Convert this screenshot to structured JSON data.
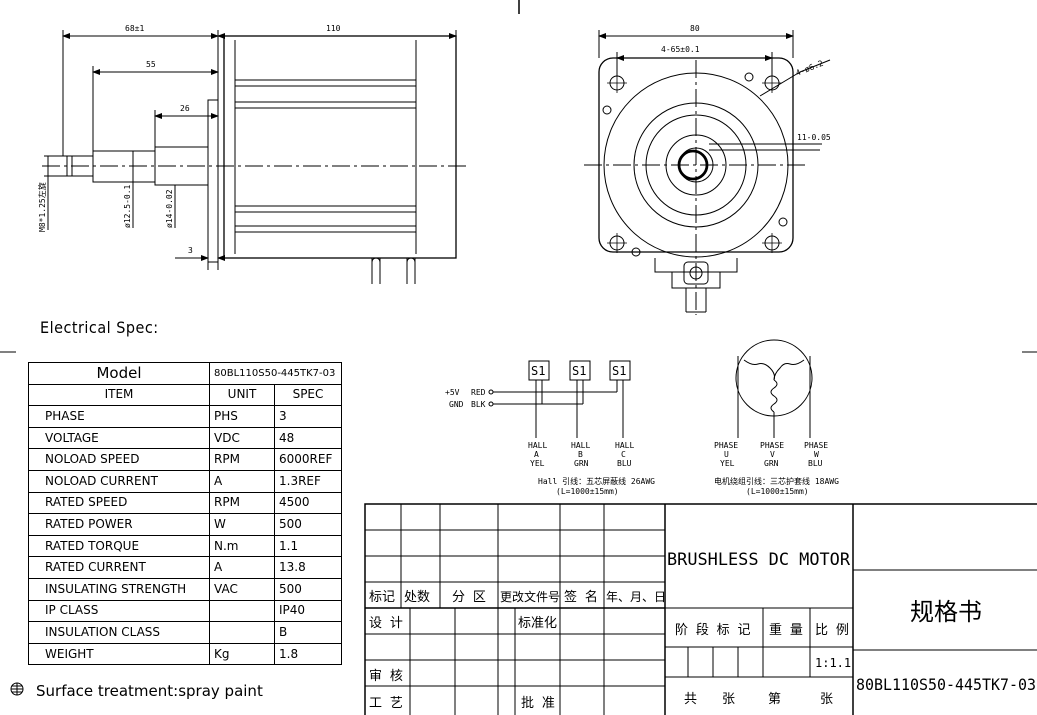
{
  "drawing": {
    "dims": {
      "overall_shaft": "68±1",
      "body_length": "110",
      "shaft_55": "55",
      "shaft_26": "26",
      "flange_3": "3",
      "thread": "M8*1.25左旋",
      "dia_12": "ø12.5-0.1",
      "dia_14": "ø14-0.02",
      "flange_width": "80",
      "hole_spacing": "4-65±0.1",
      "hole_dia": "4-ø6.2",
      "keyway": "11-0.05"
    }
  },
  "electrical_title": "Electrical Spec:",
  "spec_table": {
    "model_label": "Model",
    "model_value": "80BL110S50-445TK7-03",
    "headers": [
      "ITEM",
      "UNIT",
      "SPEC"
    ],
    "rows": [
      [
        "PHASE",
        "PHS",
        "3"
      ],
      [
        "VOLTAGE",
        "VDC",
        "48"
      ],
      [
        "NOLOAD SPEED",
        "RPM",
        "6000REF"
      ],
      [
        "NOLOAD CURRENT",
        "A",
        "1.3REF"
      ],
      [
        "RATED SPEED",
        "RPM",
        "4500"
      ],
      [
        "RATED POWER",
        "W",
        "500"
      ],
      [
        "RATED TORQUE",
        "N.m",
        "1.1"
      ],
      [
        "RATED CURRENT",
        "A",
        "13.8"
      ],
      [
        "INSULATING STRENGTH",
        "VAC",
        "500"
      ],
      [
        "IP CLASS",
        "",
        "IP40"
      ],
      [
        "INSULATION CLASS",
        "",
        "B"
      ],
      [
        "WEIGHT",
        "Kg",
        "1.8"
      ]
    ]
  },
  "surface_treatment": "Surface treatment:spray paint",
  "hall_wiring": {
    "sensors": [
      "S1",
      "S1",
      "S1"
    ],
    "power": [
      {
        "label": "+5V",
        "color": "RED"
      },
      {
        "label": "GND",
        "color": "BLK"
      }
    ],
    "halls": [
      {
        "name": "HALL",
        "phase": "A",
        "color": "YEL"
      },
      {
        "name": "HALL",
        "phase": "B",
        "color": "GRN"
      },
      {
        "name": "HALL",
        "phase": "C",
        "color": "BLU"
      }
    ],
    "note1": "Hall 引线：五芯屏蔽线 26AWG",
    "note2": "(L=1000±15mm)"
  },
  "phase_wiring": {
    "phases": [
      {
        "name": "PHASE",
        "phase": "U",
        "color": "YEL"
      },
      {
        "name": "PHASE",
        "phase": "V",
        "color": "GRN"
      },
      {
        "name": "PHASE",
        "phase": "W",
        "color": "BLU"
      }
    ],
    "note1": "电机绕组引线：三芯护套线 18AWG",
    "note2": "(L=1000±15mm)"
  },
  "title_block": {
    "headers": [
      "标记",
      "处数",
      "分 区",
      "更改文件号",
      "签 名",
      "年、月、日"
    ],
    "design": "设 计",
    "standard": "标准化",
    "review": "审 核",
    "process": "工 艺",
    "approve": "批 准",
    "stage": "阶 段 标 记",
    "weight": "重 量",
    "scale_label": "比 例",
    "scale": "1:1.1",
    "total": "共",
    "sheet1": "张",
    "sheet_no": "第",
    "sheet2": "张",
    "product": "BRUSHLESS DC MOTOR",
    "doc_type": "规格书",
    "model": "80BL110S50-445TK7-03"
  }
}
